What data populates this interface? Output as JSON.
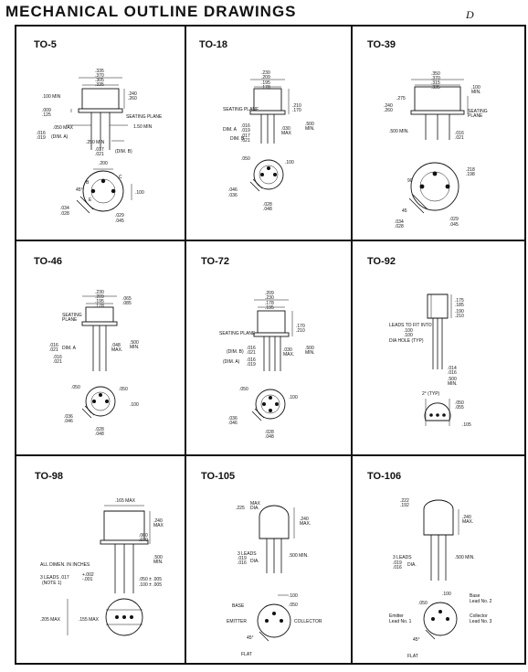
{
  "title": "MECHANICAL OUTLINE DRAWINGS",
  "corner_mark": "D",
  "packages": [
    {
      "id": "to5",
      "name": "TO-5",
      "dims": {
        "a": ".335",
        "b": ".370",
        "c": ".305",
        "d": ".335",
        "e": ".240",
        "f": ".260",
        "g": ".100 MIN",
        "h": ".009",
        "i": ".125",
        "seat": "SEATING PLANE",
        "j": ".050 MAX",
        "k": "1.50 MIN",
        "l": ".016",
        "m": ".019",
        "n": "(DIM. A)",
        "o": ".250 MIN",
        "p": ".017",
        "q": ".021",
        "r": "(DIM. B)",
        "s": ".200",
        "t": ".100",
        "u": ".034",
        "v": ".028",
        "w": ".029",
        "x": ".045",
        "ang": "45°",
        "lb": "B",
        "lc": "C",
        "le": "E"
      }
    },
    {
      "id": "to18",
      "name": "TO-18",
      "dims": {
        "a": ".230",
        "b": ".209",
        "c": ".195",
        "d": ".178",
        "seat": "SEATING PLANE",
        "e": ".210",
        "f": ".170",
        "g": ".500",
        "h": "MIN.",
        "i": ".030",
        "j": "MAX",
        "k": "DIM. A",
        "l": ".016",
        "m": ".019",
        "n": ".017",
        "o": ".021",
        "p": "DIM. B",
        "q": ".050",
        "r": ".100",
        "s": ".046",
        "t": ".036",
        "u": ".028",
        "v": ".048"
      }
    },
    {
      "id": "to39",
      "name": "TO-39",
      "dims": {
        "a": ".350",
        "b": ".370",
        "c": ".315",
        "d": ".335",
        "e": ".100",
        "f": "MIN.",
        "g": ".275",
        "h": ".240",
        "i": ".260",
        "seat": "SEATING",
        "plane": "PLANE",
        "j": ".500 MIN.",
        "k": ".016",
        "l": ".021",
        "m": ".218",
        "n": ".198",
        "o": "90",
        "p": "45",
        "q": ".034",
        "r": ".028",
        "s": ".029",
        "t": ".045"
      }
    },
    {
      "id": "to46",
      "name": "TO-46",
      "dims": {
        "a": ".230",
        "b": ".209",
        "c": ".195",
        "d": ".178",
        "e": ".065",
        "f": ".085",
        "seat": "SEATING",
        "plane": "PLANE",
        "g": ".016",
        "h": ".021",
        "i": "DIM. A",
        "j": ".048",
        "k": "MAX.",
        "l": ".016",
        "m": ".021",
        "n": ".500",
        "o": "MIN.",
        "p": ".050",
        "q": ".050",
        "r": ".100",
        "s": ".036",
        "t": ".046",
        "u": ".028",
        "v": ".048"
      }
    },
    {
      "id": "to72",
      "name": "TO-72",
      "dims": {
        "a": ".209",
        "b": ".230",
        "c": ".178",
        "d": ".195",
        "seat": "SEATING PLANE",
        "e": ".170",
        "f": ".210",
        "g": ".030",
        "h": "MAX.",
        "i": ".500",
        "j": "MIN.",
        "k": "(DIM. B)",
        "l": ".016",
        "m": ".021",
        "n": "(DIM. A)",
        "o": ".016",
        "p": ".019",
        "q": ".050",
        "r": ".100",
        "s": ".036",
        "t": ".046",
        "u": ".028",
        "v": ".048"
      }
    },
    {
      "id": "to92",
      "name": "TO-92",
      "dims": {
        "a": ".175",
        "b": ".185",
        "c": ".190",
        "d": ".210",
        "e": "LEADS TO FIT INTO",
        "f": ".100",
        "g": ".100",
        "h": "DIA HOLE (TYP)",
        "i": ".014",
        "j": ".016",
        "k": ".500",
        "l": "MIN.",
        "m": ".050",
        "n": ".055",
        "o": "2° (TYP)",
        "p": ".105"
      }
    },
    {
      "id": "to98",
      "name": "TO-98",
      "dims": {
        "a": ".165 MAX",
        "b": ".240",
        "c": "MAX",
        "d": ".060",
        "e": ".070",
        "f": ".500",
        "g": "MIN.",
        "h": "ALL DIMEN. IN INCHES",
        "i": "3 LEADS .017",
        "j": "+.002",
        "k": "-.001",
        "l": "(NOTE 1)",
        "m": ".050 ± .005",
        "n": ".100 ± .005",
        "o": ".205 MAX",
        "p": ".155 MAX"
      }
    },
    {
      "id": "to105",
      "name": "TO-105",
      "dims": {
        "a": ".225",
        "b": "MAX",
        "c": "DIA.",
        "d": ".240",
        "e": "MAX.",
        "f": "3 LEADS",
        "g": ".019",
        "h": ".016",
        "i": "DIA.",
        "j": ".500 MIN.",
        "k": "BASE",
        "l": ".100",
        "m": ".050",
        "n": "EMITTER",
        "o": "COLLECTOR",
        "p": "45°",
        "q": "FLAT"
      }
    },
    {
      "id": "to106",
      "name": "TO-106",
      "dims": {
        "a": ".222",
        "b": ".192",
        "c": ".240",
        "d": "MAX.",
        "e": "3 LEADS",
        "f": ".019",
        "g": ".016",
        "h": "DIA.",
        "i": ".500 MIN.",
        "j": ".050",
        "k": ".100",
        "l": "Base",
        "m": "Lead No. 2",
        "n": "Emitter",
        "o": "Lead No. 1",
        "p": "Collector",
        "q": "Lead No. 3",
        "r": "45°",
        "s": "FLAT"
      }
    }
  ]
}
